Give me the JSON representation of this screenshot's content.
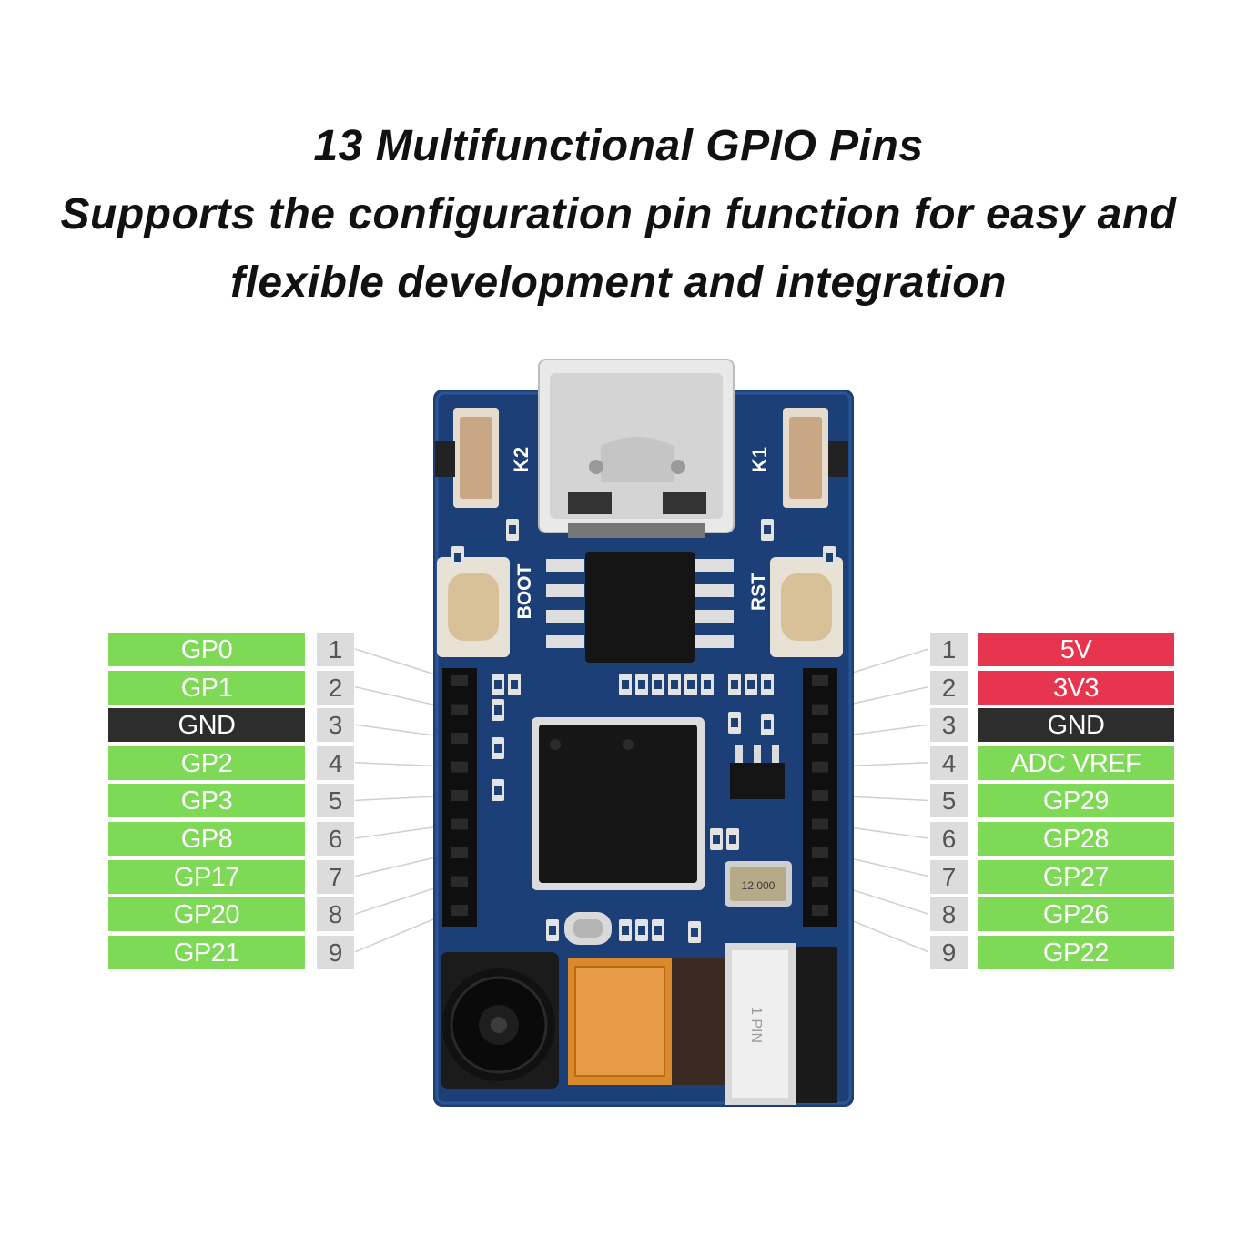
{
  "headline": {
    "line1": "13 Multifunctional GPIO Pins",
    "line2": "Supports the configuration pin function for easy and",
    "line3": "flexible development and integration"
  },
  "colors": {
    "gpio": "#7ed957",
    "gnd": "#2d2d2d",
    "power": "#e8354f",
    "pcb": "#1c3f78",
    "number_bg": "#dcdcdc"
  },
  "board": {
    "button_left": "K2",
    "button_right": "K1",
    "boot_label": "BOOT",
    "reset_label": "RST",
    "crystal_label": "12.000",
    "ribbon_label": "1 PIN"
  },
  "left_pins": [
    {
      "num": "1",
      "label": "GP0",
      "type": "gpio"
    },
    {
      "num": "2",
      "label": "GP1",
      "type": "gpio"
    },
    {
      "num": "3",
      "label": "GND",
      "type": "gnd"
    },
    {
      "num": "4",
      "label": "GP2",
      "type": "gpio"
    },
    {
      "num": "5",
      "label": "GP3",
      "type": "gpio"
    },
    {
      "num": "6",
      "label": "GP8",
      "type": "gpio"
    },
    {
      "num": "7",
      "label": "GP17",
      "type": "gpio"
    },
    {
      "num": "8",
      "label": "GP20",
      "type": "gpio"
    },
    {
      "num": "9",
      "label": "GP21",
      "type": "gpio"
    }
  ],
  "right_pins": [
    {
      "num": "1",
      "label": "5V",
      "type": "power"
    },
    {
      "num": "2",
      "label": "3V3",
      "type": "power"
    },
    {
      "num": "3",
      "label": "GND",
      "type": "gnd"
    },
    {
      "num": "4",
      "label": "ADC VREF",
      "type": "gpio"
    },
    {
      "num": "5",
      "label": "GP29",
      "type": "gpio"
    },
    {
      "num": "6",
      "label": "GP28",
      "type": "gpio"
    },
    {
      "num": "7",
      "label": "GP27",
      "type": "gpio"
    },
    {
      "num": "8",
      "label": "GP26",
      "type": "gpio"
    },
    {
      "num": "9",
      "label": "GP22",
      "type": "gpio"
    }
  ]
}
